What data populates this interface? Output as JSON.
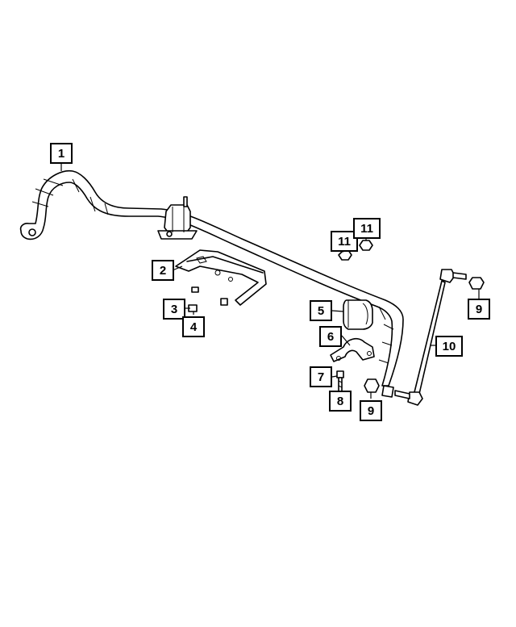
{
  "callouts": {
    "c1": "1",
    "c2": "2",
    "c3": "3",
    "c4": "4",
    "c5": "5",
    "c6": "6",
    "c7": "7",
    "c8": "8",
    "c9a": "9",
    "c9b": "9",
    "c10": "10",
    "c11a": "11",
    "c11b": "11"
  }
}
